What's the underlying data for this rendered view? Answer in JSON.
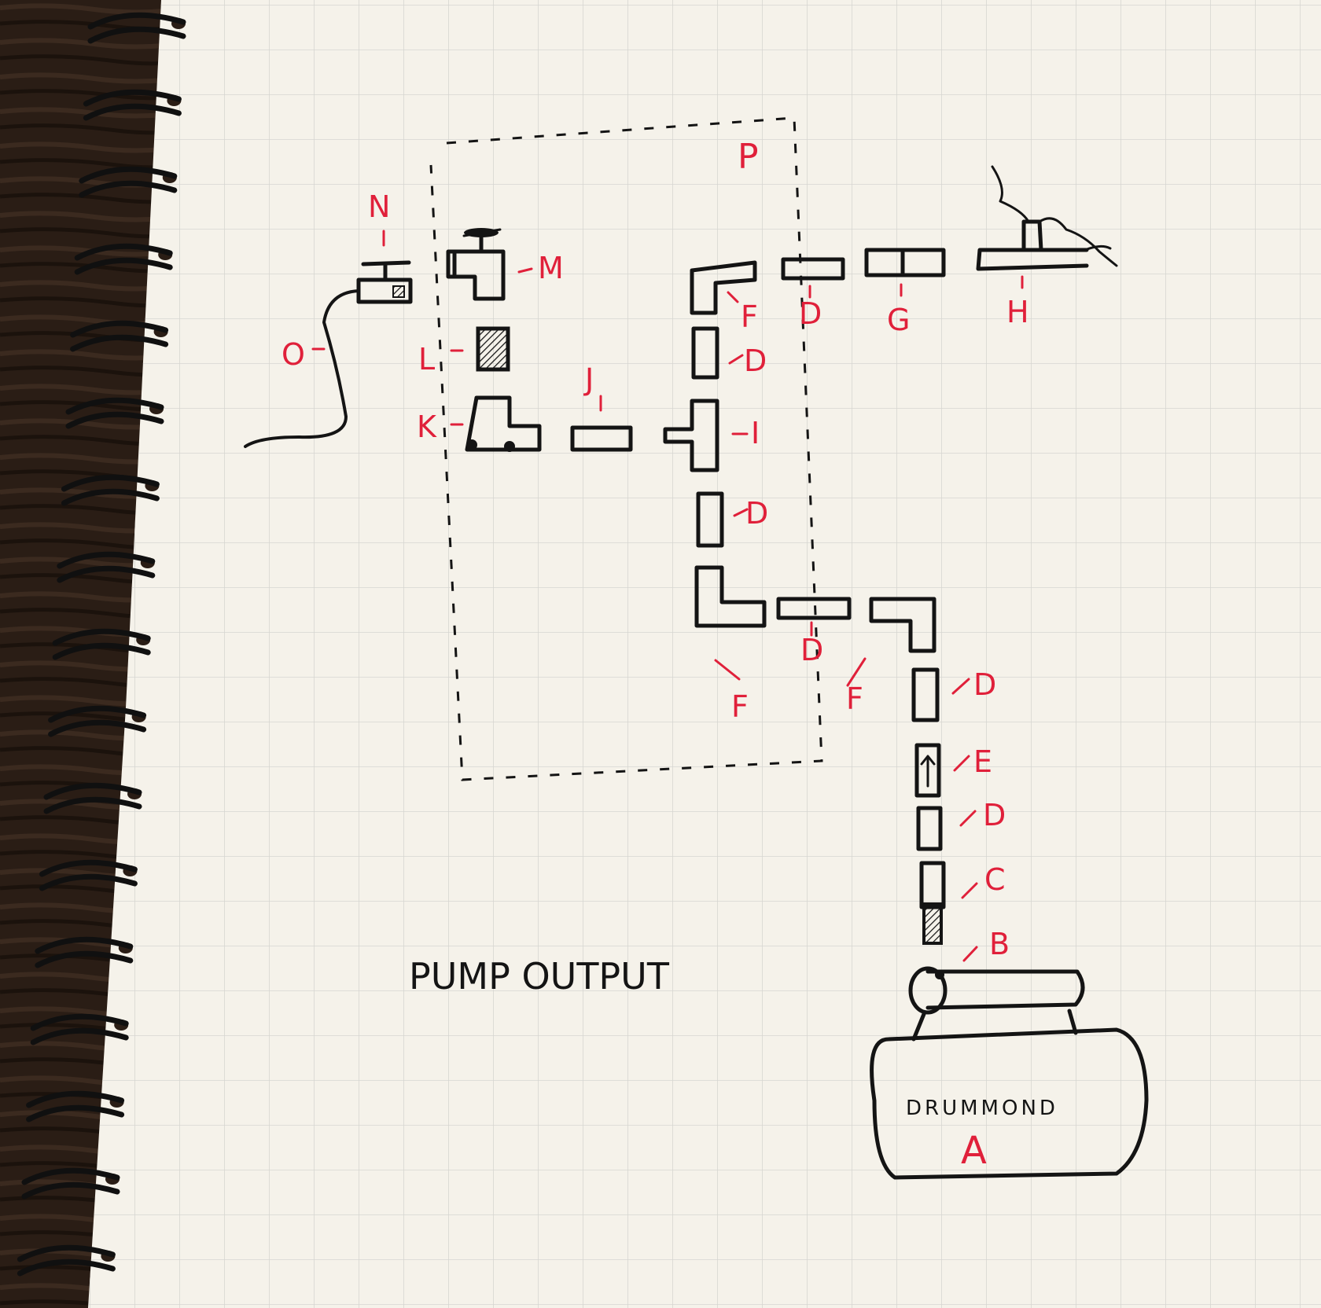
{
  "diagram": {
    "title": "PUMP OUTPUT",
    "tank_brand": "DRUMMOND",
    "labels": {
      "a": "A",
      "b": "B",
      "c": "C",
      "d": "D",
      "e": "E",
      "f": "F",
      "g": "G",
      "h": "H",
      "i": "I",
      "j": "J",
      "k": "K",
      "l": "L",
      "m": "M",
      "n": "N",
      "o": "O",
      "p": "P"
    }
  },
  "colors": {
    "paper": "#f5f2ea",
    "grid": "#d7d6d1",
    "ink": "#141414",
    "label_red": "#e0203a",
    "desk": "#2a1d15",
    "coil": "#101010"
  }
}
